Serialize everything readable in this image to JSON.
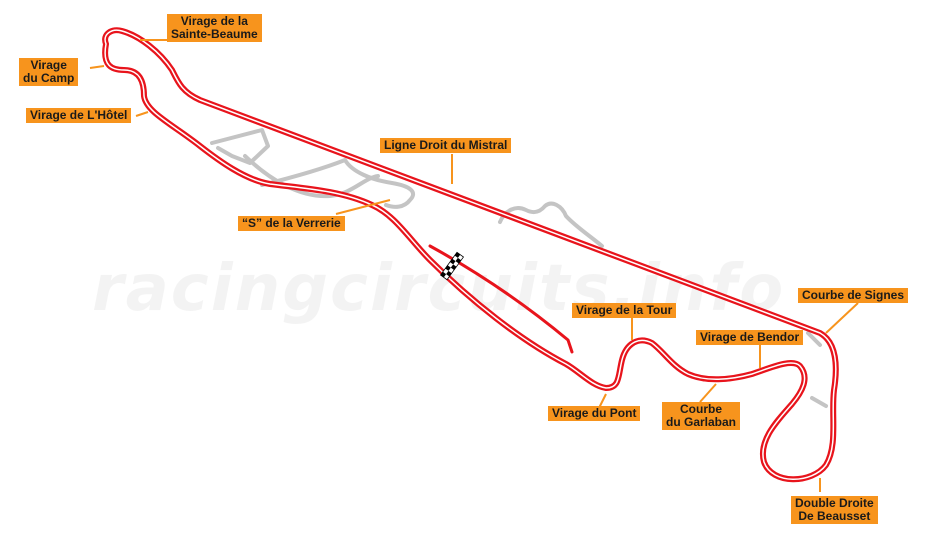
{
  "watermark": "racingcircuits.info",
  "colors": {
    "track": "#e8141c",
    "track_inner": "#ffffff",
    "alt_layout": "#c4c4c4",
    "label_bg": "#f7941d",
    "pointer": "#f7941d"
  },
  "labels": {
    "sainte_beaume": [
      "Virage de la",
      "Sainte-Beaume"
    ],
    "camp": [
      "Virage",
      "du Camp"
    ],
    "hotel": [
      "Virage de  L'Hôtel"
    ],
    "mistral": [
      "Ligne Droit du Mistral"
    ],
    "verrerie": [
      "“S” de la Verrerie"
    ],
    "signes": [
      "Courbe de Signes"
    ],
    "la_tour": [
      "Virage de la Tour"
    ],
    "bendor": [
      "Virage de Bendor"
    ],
    "pont": [
      "Virage du Pont"
    ],
    "garlaban": [
      "Courbe",
      "du Garlaban"
    ],
    "beausset": [
      "Double Droite",
      "De Beausset"
    ]
  },
  "icons": {
    "start_finish": "checkered-flag-icon"
  }
}
